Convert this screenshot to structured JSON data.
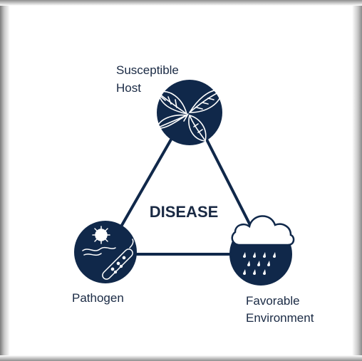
{
  "diagram": {
    "center_label": "DISEASE",
    "nodes": {
      "host": {
        "line1": "Susceptible",
        "line2": "Host",
        "icon": "leaf-icon"
      },
      "pathogen": {
        "line1": "Pathogen",
        "icon": "pathogen-icon"
      },
      "environment": {
        "line1": "Favorable",
        "line2": "Environment",
        "icon": "rain-cloud-icon"
      }
    },
    "colors": {
      "navy": "#10284a",
      "text": "#1a2a44",
      "background": "#ffffff"
    }
  }
}
